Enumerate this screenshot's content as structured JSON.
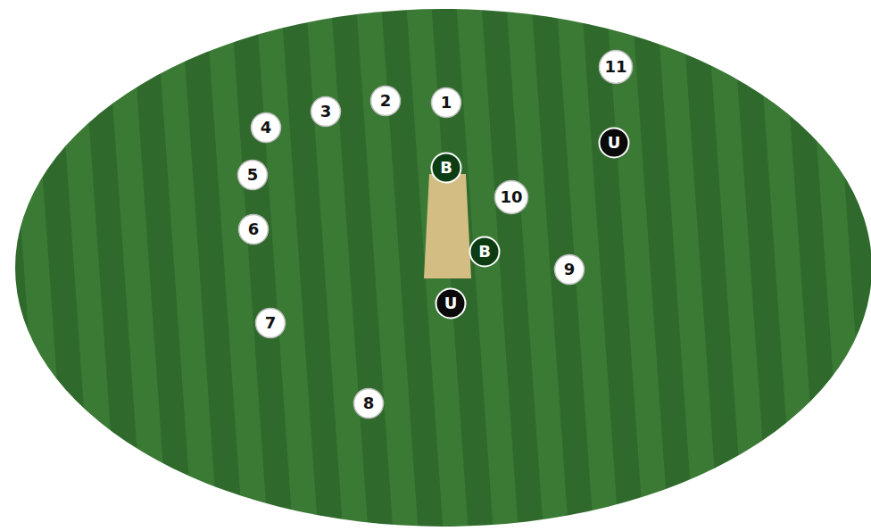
{
  "diagram": {
    "nodes": [
      {
        "text": [
          "11"
        ]
      },
      {
        "text": [
          "1"
        ]
      },
      {
        "text": [
          "2"
        ]
      },
      {
        "text": [
          "3"
        ]
      },
      {
        "text": [
          "4"
        ]
      },
      {
        "text": [
          "U"
        ]
      },
      {
        "text": [
          "B"
        ]
      },
      {
        "text": [
          "5"
        ]
      },
      {
        "text": [
          "10"
        ]
      },
      {
        "text": [
          "6"
        ]
      },
      {
        "text": [
          "B"
        ]
      },
      {
        "text": [
          "9"
        ]
      },
      {
        "text": [
          "U"
        ]
      },
      {
        "text": [
          "7"
        ]
      },
      {
        "text": [
          "8"
        ]
      }
    ]
  }
}
